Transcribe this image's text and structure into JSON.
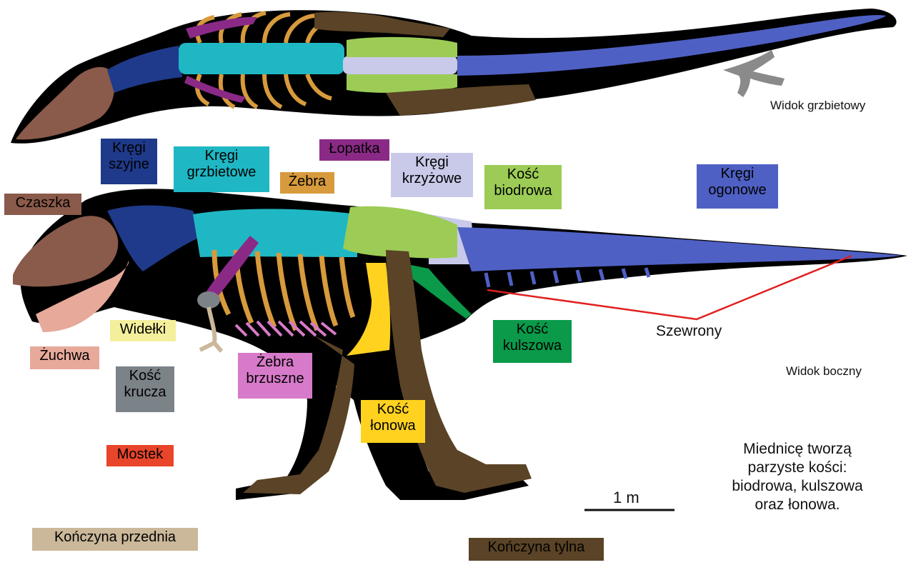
{
  "colors": {
    "body": "#000000",
    "skull": "#8a5a4a",
    "mandible": "#e7a99a",
    "cervical": "#1f3a8a",
    "dorsal": "#1fb7c4",
    "ribs": "#d79a3c",
    "scapula": "#8a2a86",
    "sacral": "#c9c9ea",
    "ilium": "#9ccc55",
    "caudal": "#4f60c4",
    "ischium": "#0a9a4a",
    "pubis": "#ffd21f",
    "hindlimb": "#5a4326",
    "forelimb_label": "#cbb89a",
    "gastralia": "#d77ac9",
    "furcula": "#f4ef9c",
    "coracoid": "#7b8288",
    "sternum": "#e8452a",
    "chevron_line": "#e02020",
    "footprint": "#8a8a8a"
  },
  "views": {
    "dorsal": "Widok grzbietowy",
    "lateral": "Widok boczny"
  },
  "labels": {
    "cervical": "Kręgi\nszyjne",
    "dorsal": "Kręgi\ngrzbietowe",
    "scapula": "Łopatka",
    "ribs": "Żebra",
    "sacral": "Kręgi\nkrzyżowe",
    "ilium": "Kość\nbiodrowa",
    "caudal": "Kręgi\nogonowe",
    "skull": "Czaszka",
    "furcula": "Widełki",
    "mandible": "Żuchwa",
    "coracoid": "Kość\nkrucza",
    "gastralia": "Żebra\nbrzuszne",
    "ischium": "Kość\nkulszowa",
    "pubis": "Kość\nłonowa",
    "sternum": "Mostek",
    "forelimb": "Kończyna przednia",
    "hindlimb": "Kończyna tylna",
    "chevrons": "Szewrony"
  },
  "scale_bar": "1 m",
  "pelvis_note": "Miednicę tworzą\nparzyste kości:\nbiodrowa, kulszowa\noraz łonowa."
}
